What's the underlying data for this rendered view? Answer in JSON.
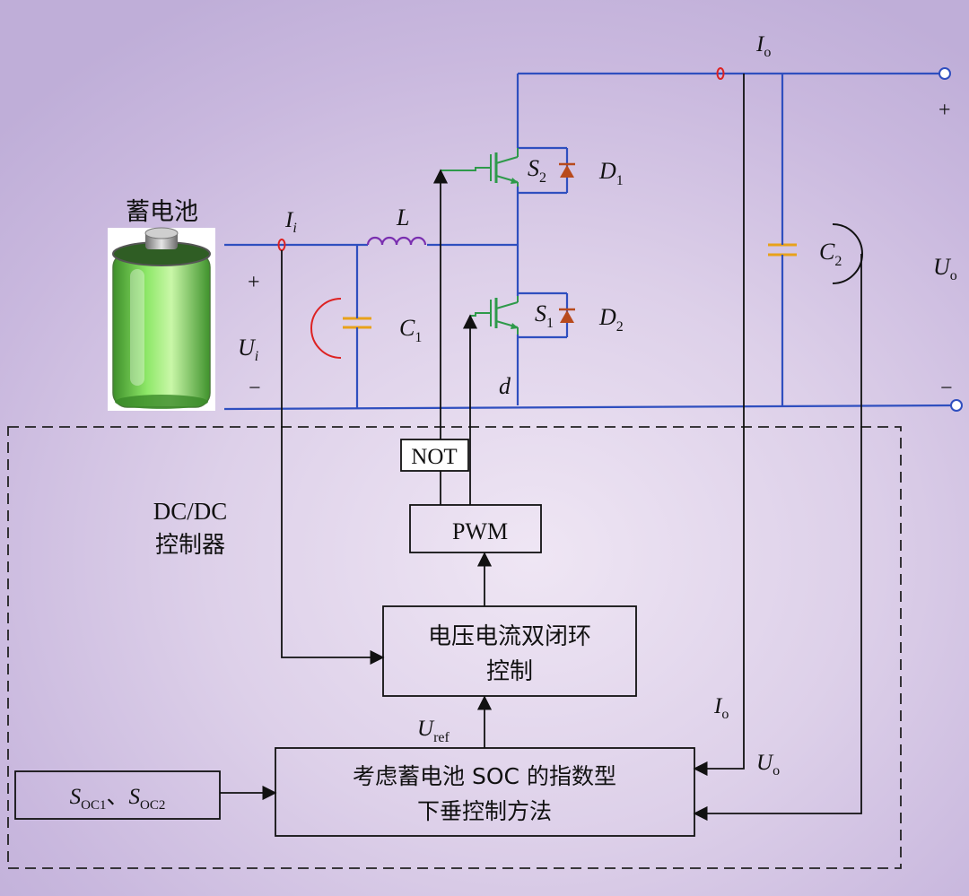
{
  "battery": {
    "title": "蓄电池"
  },
  "labels": {
    "Io_top": {
      "main": "I",
      "sub": "o"
    },
    "Ii": {
      "main": "I",
      "sub": "i"
    },
    "L": {
      "main": "L",
      "sub": ""
    },
    "S2": {
      "main": "S",
      "sub": "2"
    },
    "D1": {
      "main": "D",
      "sub": "1"
    },
    "S1": {
      "main": "S",
      "sub": "1"
    },
    "D2": {
      "main": "D",
      "sub": "2"
    },
    "C1": {
      "main": "C",
      "sub": "1"
    },
    "C2": {
      "main": "C",
      "sub": "2"
    },
    "Uo_right": {
      "main": "U",
      "sub": "o"
    },
    "Ui": {
      "main": "U",
      "sub": "i"
    },
    "d": {
      "main": "d",
      "sub": ""
    },
    "Uref": {
      "main": "U",
      "sub": "ref"
    },
    "Io_bottom": {
      "main": "I",
      "sub": "o"
    },
    "Uo_bottom": {
      "main": "U",
      "sub": "o"
    }
  },
  "polarity": {
    "plus_left": "+",
    "minus_left": "−",
    "plus_right": "+",
    "minus_right": "−"
  },
  "blocks": {
    "not": "NOT",
    "pwm": "PWM",
    "dcdc_line1": "DC/DC",
    "dcdc_line2": "控制器",
    "loop_line1": "电压电流双闭环",
    "loop_line2": "控制",
    "droop_line1": "考虑蓄电池 SOC 的指数型",
    "droop_line2": "下垂控制方法",
    "soc": {
      "s1_main": "S",
      "s1_sub": "OC1",
      "sep": "、",
      "s2_main": "S",
      "s2_sub": "OC2"
    }
  },
  "colors": {
    "power_wire": "#2f4fbf",
    "gate_wire": "#2e9a4a",
    "capacitor": "#e8a21a",
    "arc": "#dd2222",
    "diode": "#b84a1c",
    "inductor": "#7a2fb0",
    "battery_green": "#6fd04a"
  }
}
